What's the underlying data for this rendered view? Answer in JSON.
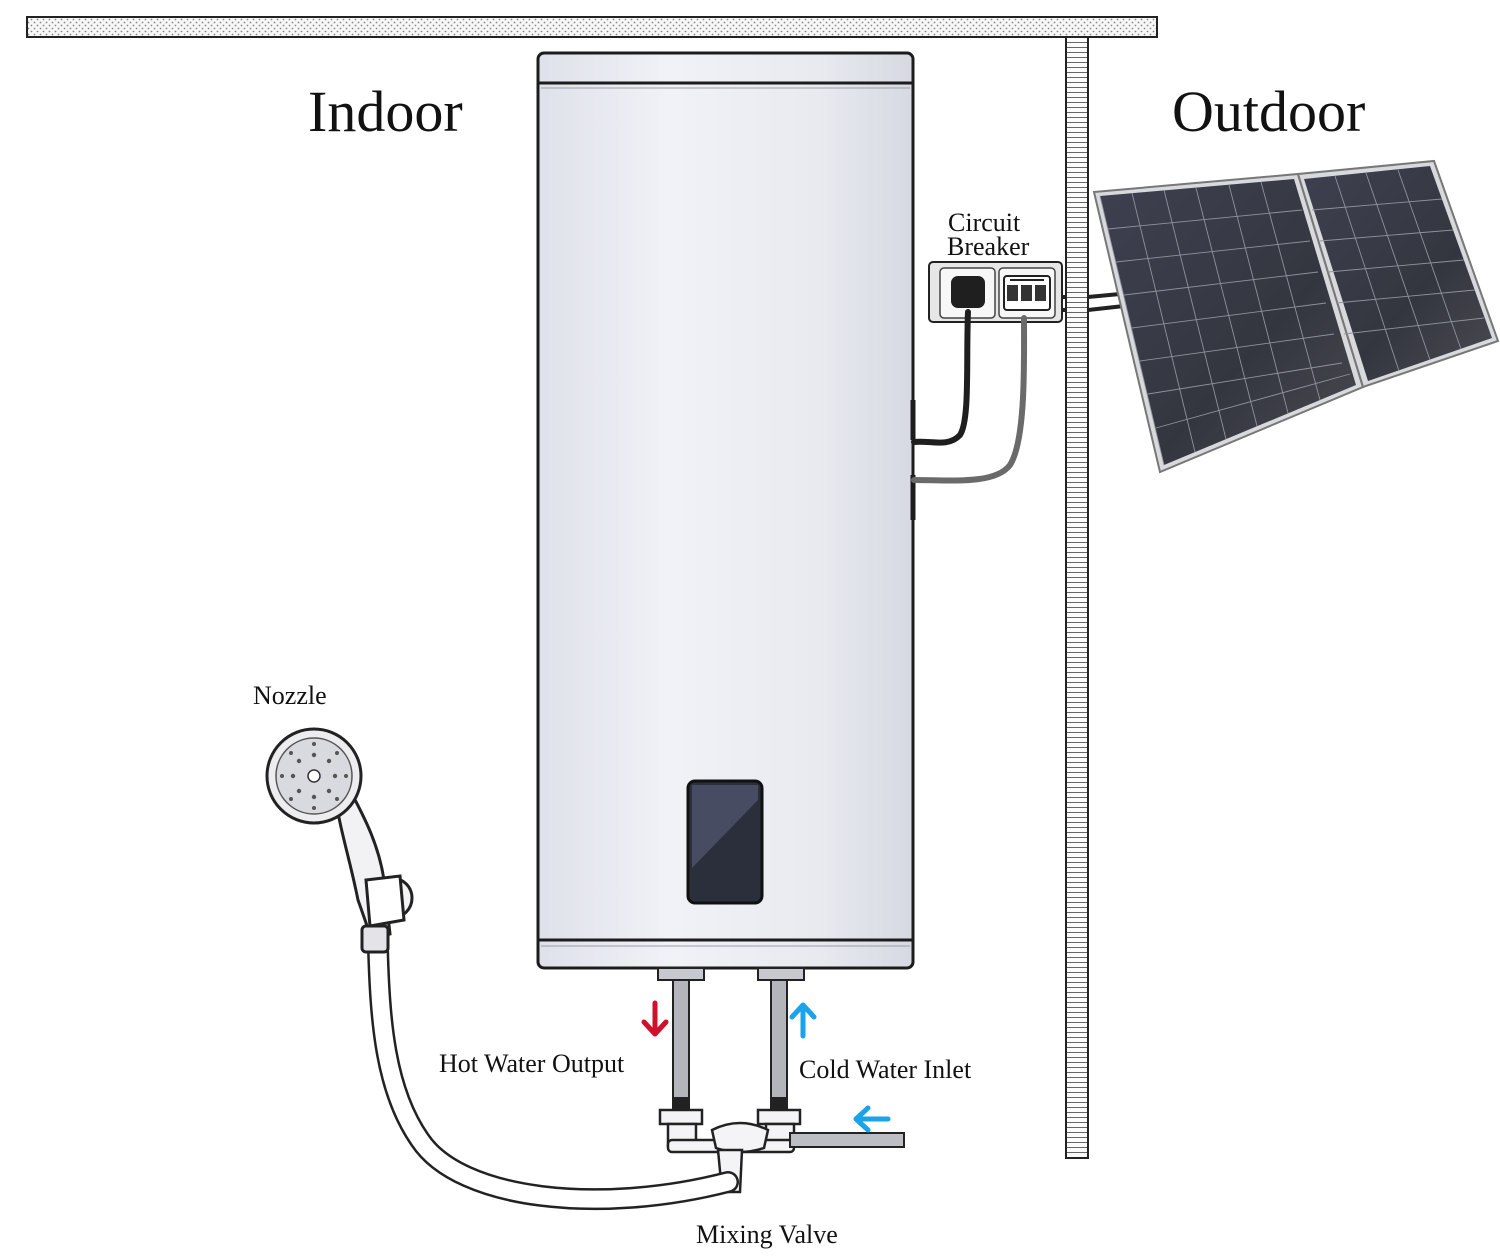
{
  "labels": {
    "indoor": "Indoor",
    "outdoor": "Outdoor",
    "circuit_breaker_line1": "Circuit",
    "circuit_breaker_line2": "Breaker",
    "nozzle": "Nozzle",
    "hot_water_output": "Hot Water Output",
    "cold_water_inlet": "Cold Water Inlet",
    "mixing_valve": "Mixing Valve"
  },
  "colors": {
    "hot_arrow": "#d0112b",
    "cold_arrow": "#1aa3e8",
    "tank_body": "#e9ebf2",
    "display_panel": "#3b3f55",
    "solar_cell": "#3a3c47",
    "cable_black": "#222222",
    "cable_grey": "#666666"
  },
  "icons": {
    "hot_flow": "arrow-down-icon",
    "cold_flow_up": "arrow-up-icon",
    "cold_flow_left": "arrow-left-icon"
  }
}
